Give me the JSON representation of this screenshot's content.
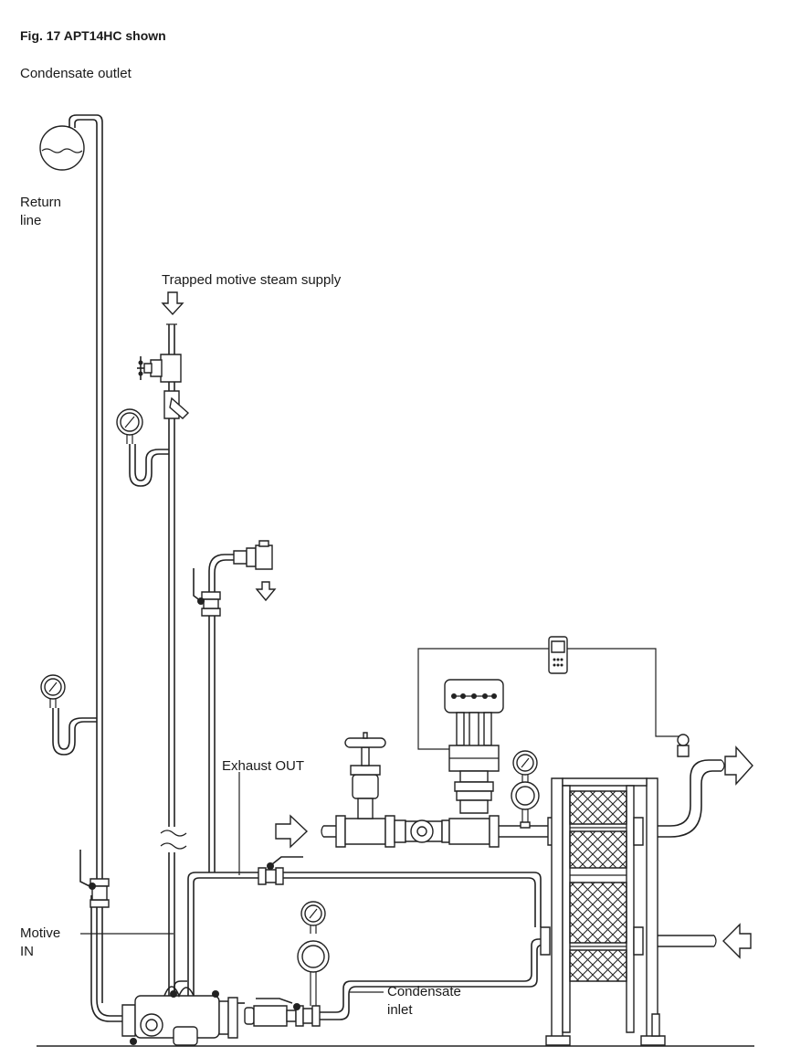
{
  "figure": {
    "caption": "Fig. 17 APT14HC shown"
  },
  "labels": {
    "condensate_outlet": "Condensate outlet",
    "return_line_1": "Return",
    "return_line_2": "line",
    "trapped_motive_steam_supply": "Trapped motive steam supply",
    "exhaust_out": "Exhaust OUT",
    "motive_in_1": "Motive",
    "motive_in_2": "IN",
    "condensate_inlet_1": "Condensate",
    "condensate_inlet_2": "inlet"
  },
  "icons": [
    "gauge-icon",
    "receiver-tank-icon",
    "flow-arrow-icon",
    "controller-icon",
    "control-valve-icon",
    "heat-exchanger-icon",
    "steam-trap-icon"
  ]
}
